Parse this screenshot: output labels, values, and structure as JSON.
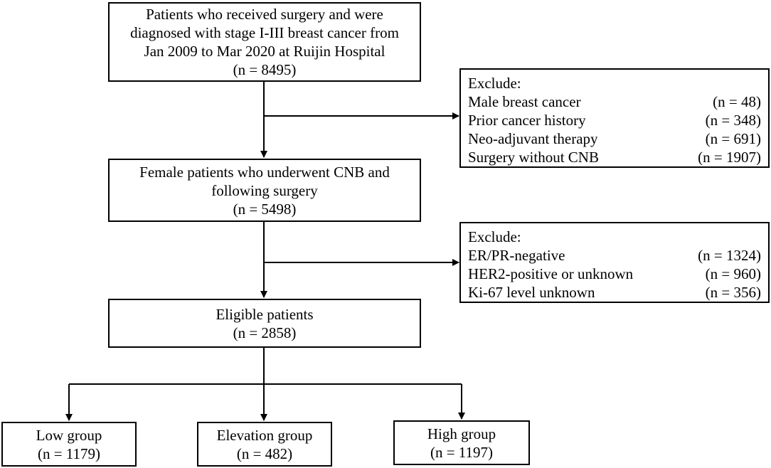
{
  "boxes": {
    "initial": {
      "lines": [
        "Patients who received surgery and were",
        "diagnosed with stage I-III breast cancer from",
        "Jan 2009 to Mar 2020 at Ruijin Hospital",
        "(n = 8495)"
      ]
    },
    "female": {
      "lines": [
        "Female patients who underwent CNB and",
        "following surgery",
        "(n = 5498)"
      ]
    },
    "eligible": {
      "lines": [
        "Eligible patients",
        "(n = 2858)"
      ]
    },
    "low": {
      "lines": [
        "Low group",
        "(n = 1179)"
      ]
    },
    "elevation": {
      "lines": [
        "Elevation group",
        "(n = 482)"
      ]
    },
    "high": {
      "lines": [
        "High group",
        "(n = 1197)"
      ]
    }
  },
  "exclude1": {
    "title": "Exclude:",
    "items": [
      {
        "label": "Male breast cancer",
        "count": "(n = 48)"
      },
      {
        "label": "Prior cancer history",
        "count": "(n = 348)"
      },
      {
        "label": "Neo-adjuvant therapy",
        "count": "(n = 691)"
      },
      {
        "label": "Surgery without CNB",
        "count": "(n = 1907)"
      }
    ]
  },
  "exclude2": {
    "title": "Exclude:",
    "items": [
      {
        "label": "ER/PR-negative",
        "count": "(n = 1324)"
      },
      {
        "label": "HER2-positive or unknown",
        "count": "(n = 960)"
      },
      {
        "label": "Ki-67 level unknown",
        "count": "(n = 356)"
      }
    ]
  }
}
